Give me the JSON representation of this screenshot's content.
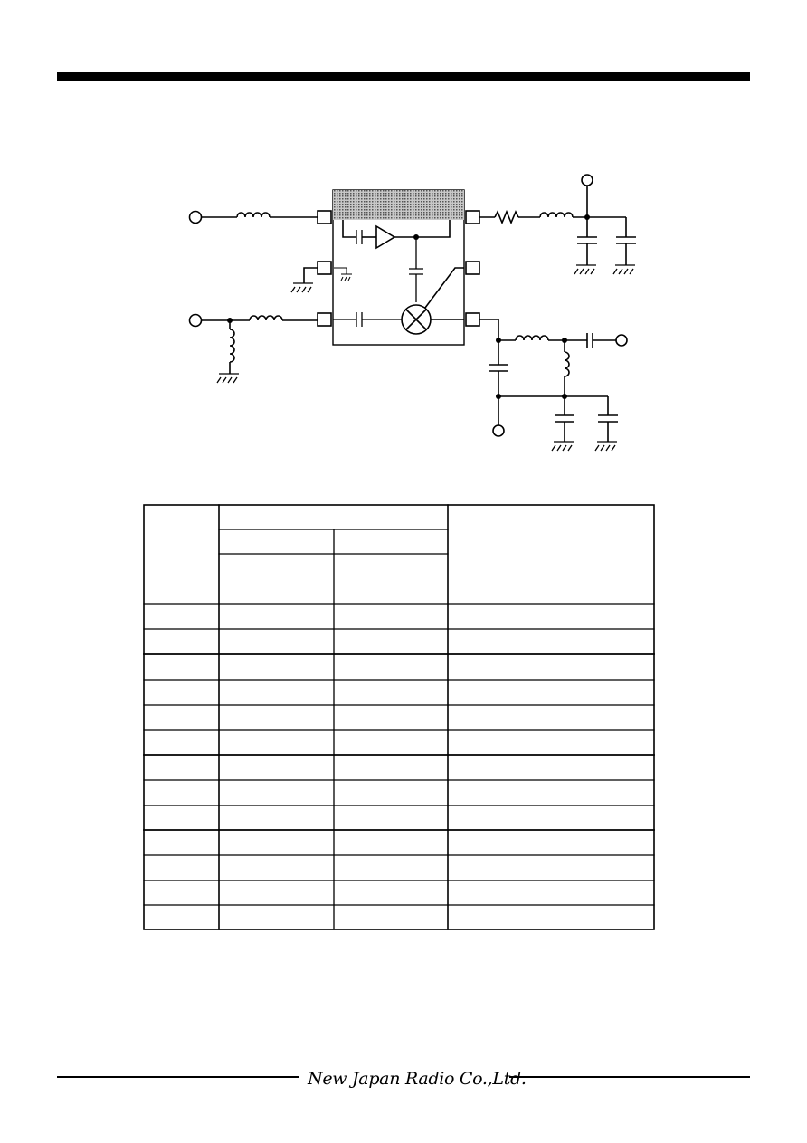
{
  "document": {
    "footer": {
      "company_logo_text": "New Japan Radio Co.,Ltd."
    },
    "table": {
      "columns": 4,
      "header_rows": 3,
      "body_rows": 13,
      "cells": []
    }
  },
  "colors": {
    "ink": "#000000",
    "paper": "#ffffff",
    "shaded_block": "#9a9a9a"
  }
}
